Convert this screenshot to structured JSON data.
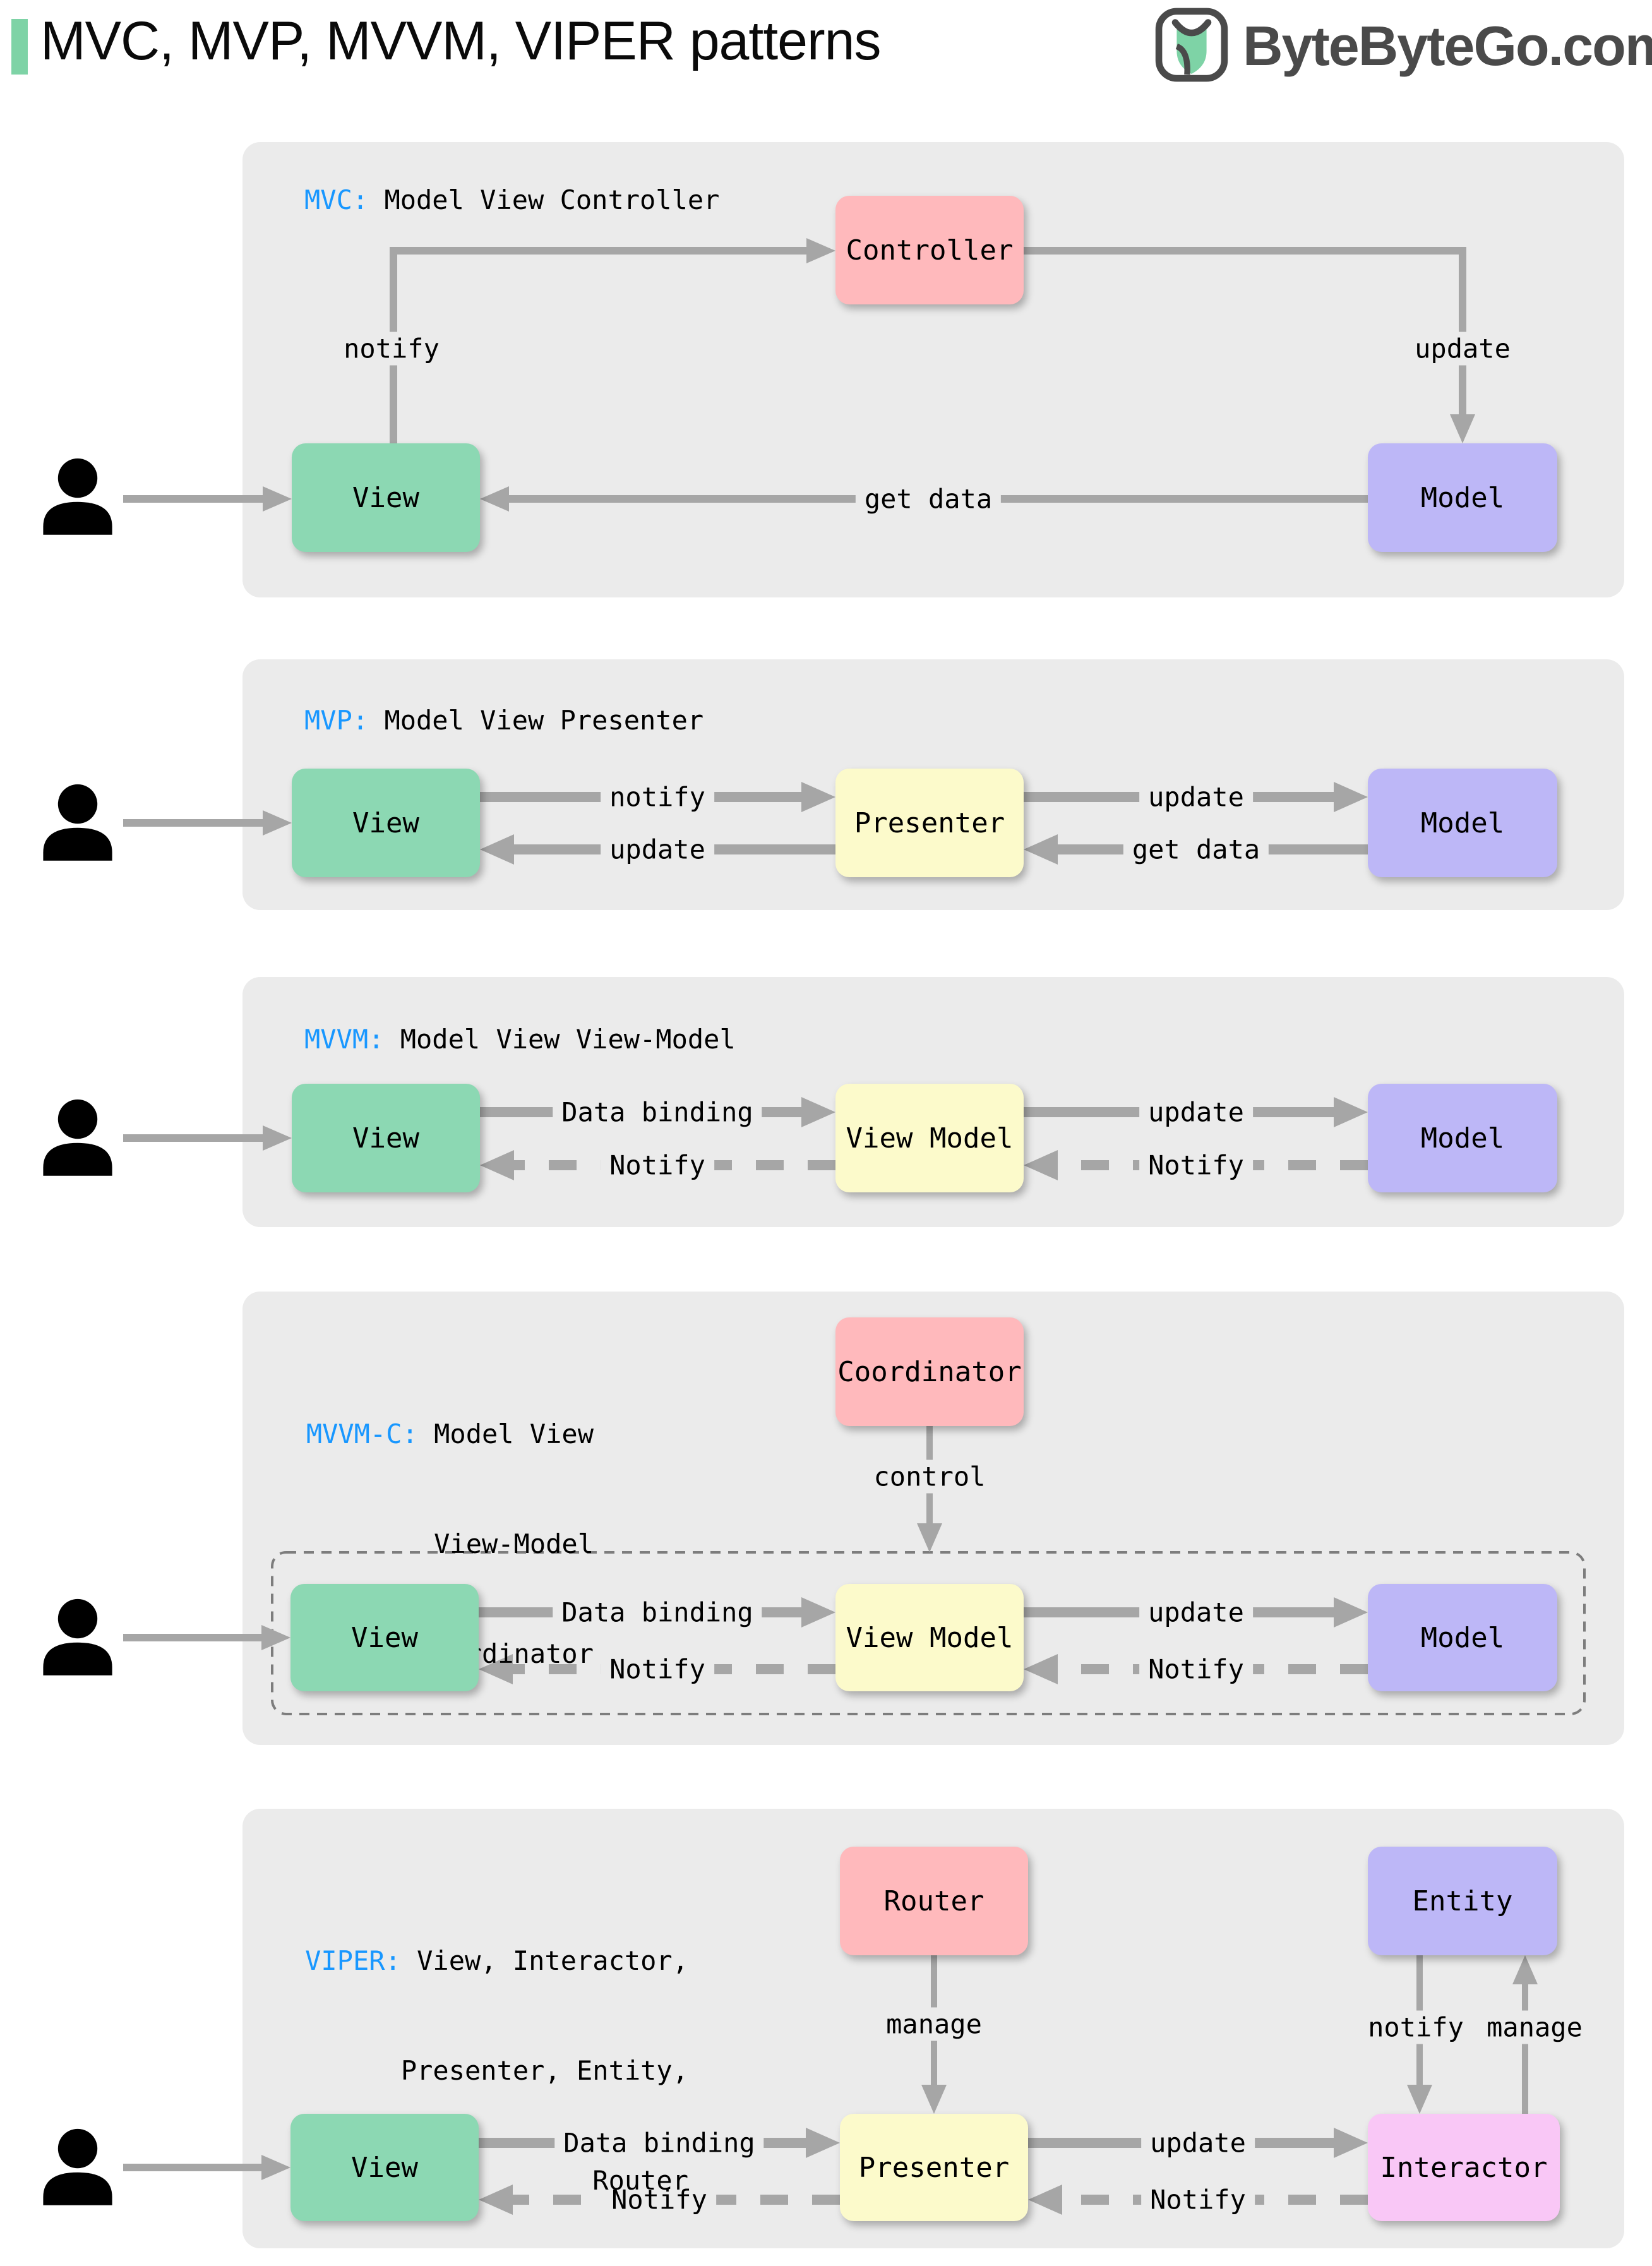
{
  "page": {
    "title": "MVC, MVP, MVVM, VIPER patterns",
    "brand": "ByteByteGo.com"
  },
  "colors": {
    "accent_green": "#7ed3a6",
    "panel_bg": "#ebebeb",
    "abbr_blue": "#1897ff",
    "node_green": "#8cd8b3",
    "node_pink": "#ffb9bc",
    "node_purple": "#bdb7f7",
    "node_yellow": "#fcfacb",
    "node_magenta": "#f9c7f6",
    "arrow_gray": "#a6a6a6",
    "logo_gray": "#4a4a4a"
  },
  "sections": {
    "mvc": {
      "abbr": "MVC:",
      "name": " Model View Controller",
      "nodes": {
        "controller": "Controller",
        "view": "View",
        "model": "Model"
      },
      "labels": {
        "notify": "notify",
        "update": "update",
        "get_data": "get data"
      }
    },
    "mvp": {
      "abbr": "MVP:",
      "name": " Model View Presenter",
      "nodes": {
        "view": "View",
        "presenter": "Presenter",
        "model": "Model"
      },
      "labels": {
        "notify": "notify",
        "update_to_model": "update",
        "update_to_view": "update",
        "get_data": "get data"
      }
    },
    "mvvm": {
      "abbr": "MVVM:",
      "name": " Model View View-Model",
      "nodes": {
        "view": "View",
        "view_model": "View Model",
        "model": "Model"
      },
      "labels": {
        "data_binding": "Data binding",
        "update": "update",
        "notify_view": "Notify",
        "notify_view_model": "Notify"
      }
    },
    "mvvm_c": {
      "abbr": "MVVM-C:",
      "name_line1": " Model View",
      "name_line2": "View-Model",
      "name_line3": "Coordinator",
      "nodes": {
        "coordinator": "Coordinator",
        "view": "View",
        "view_model": "View Model",
        "model": "Model"
      },
      "labels": {
        "control": "control",
        "data_binding": "Data binding",
        "update": "update",
        "notify_view": "Notify",
        "notify_view_model": "Notify"
      }
    },
    "viper": {
      "abbr": "VIPER:",
      "name_line1": " View, Interactor,",
      "name_line2": "Presenter, Entity,",
      "name_line3": "Router",
      "nodes": {
        "router": "Router",
        "entity": "Entity",
        "view": "View",
        "presenter": "Presenter",
        "interactor": "Interactor"
      },
      "labels": {
        "manage_router": "manage",
        "notify_entity": "notify",
        "manage_entity": "manage",
        "data_binding": "Data binding",
        "update": "update",
        "notify_view": "Notify",
        "notify_presenter": "Notify"
      }
    }
  }
}
